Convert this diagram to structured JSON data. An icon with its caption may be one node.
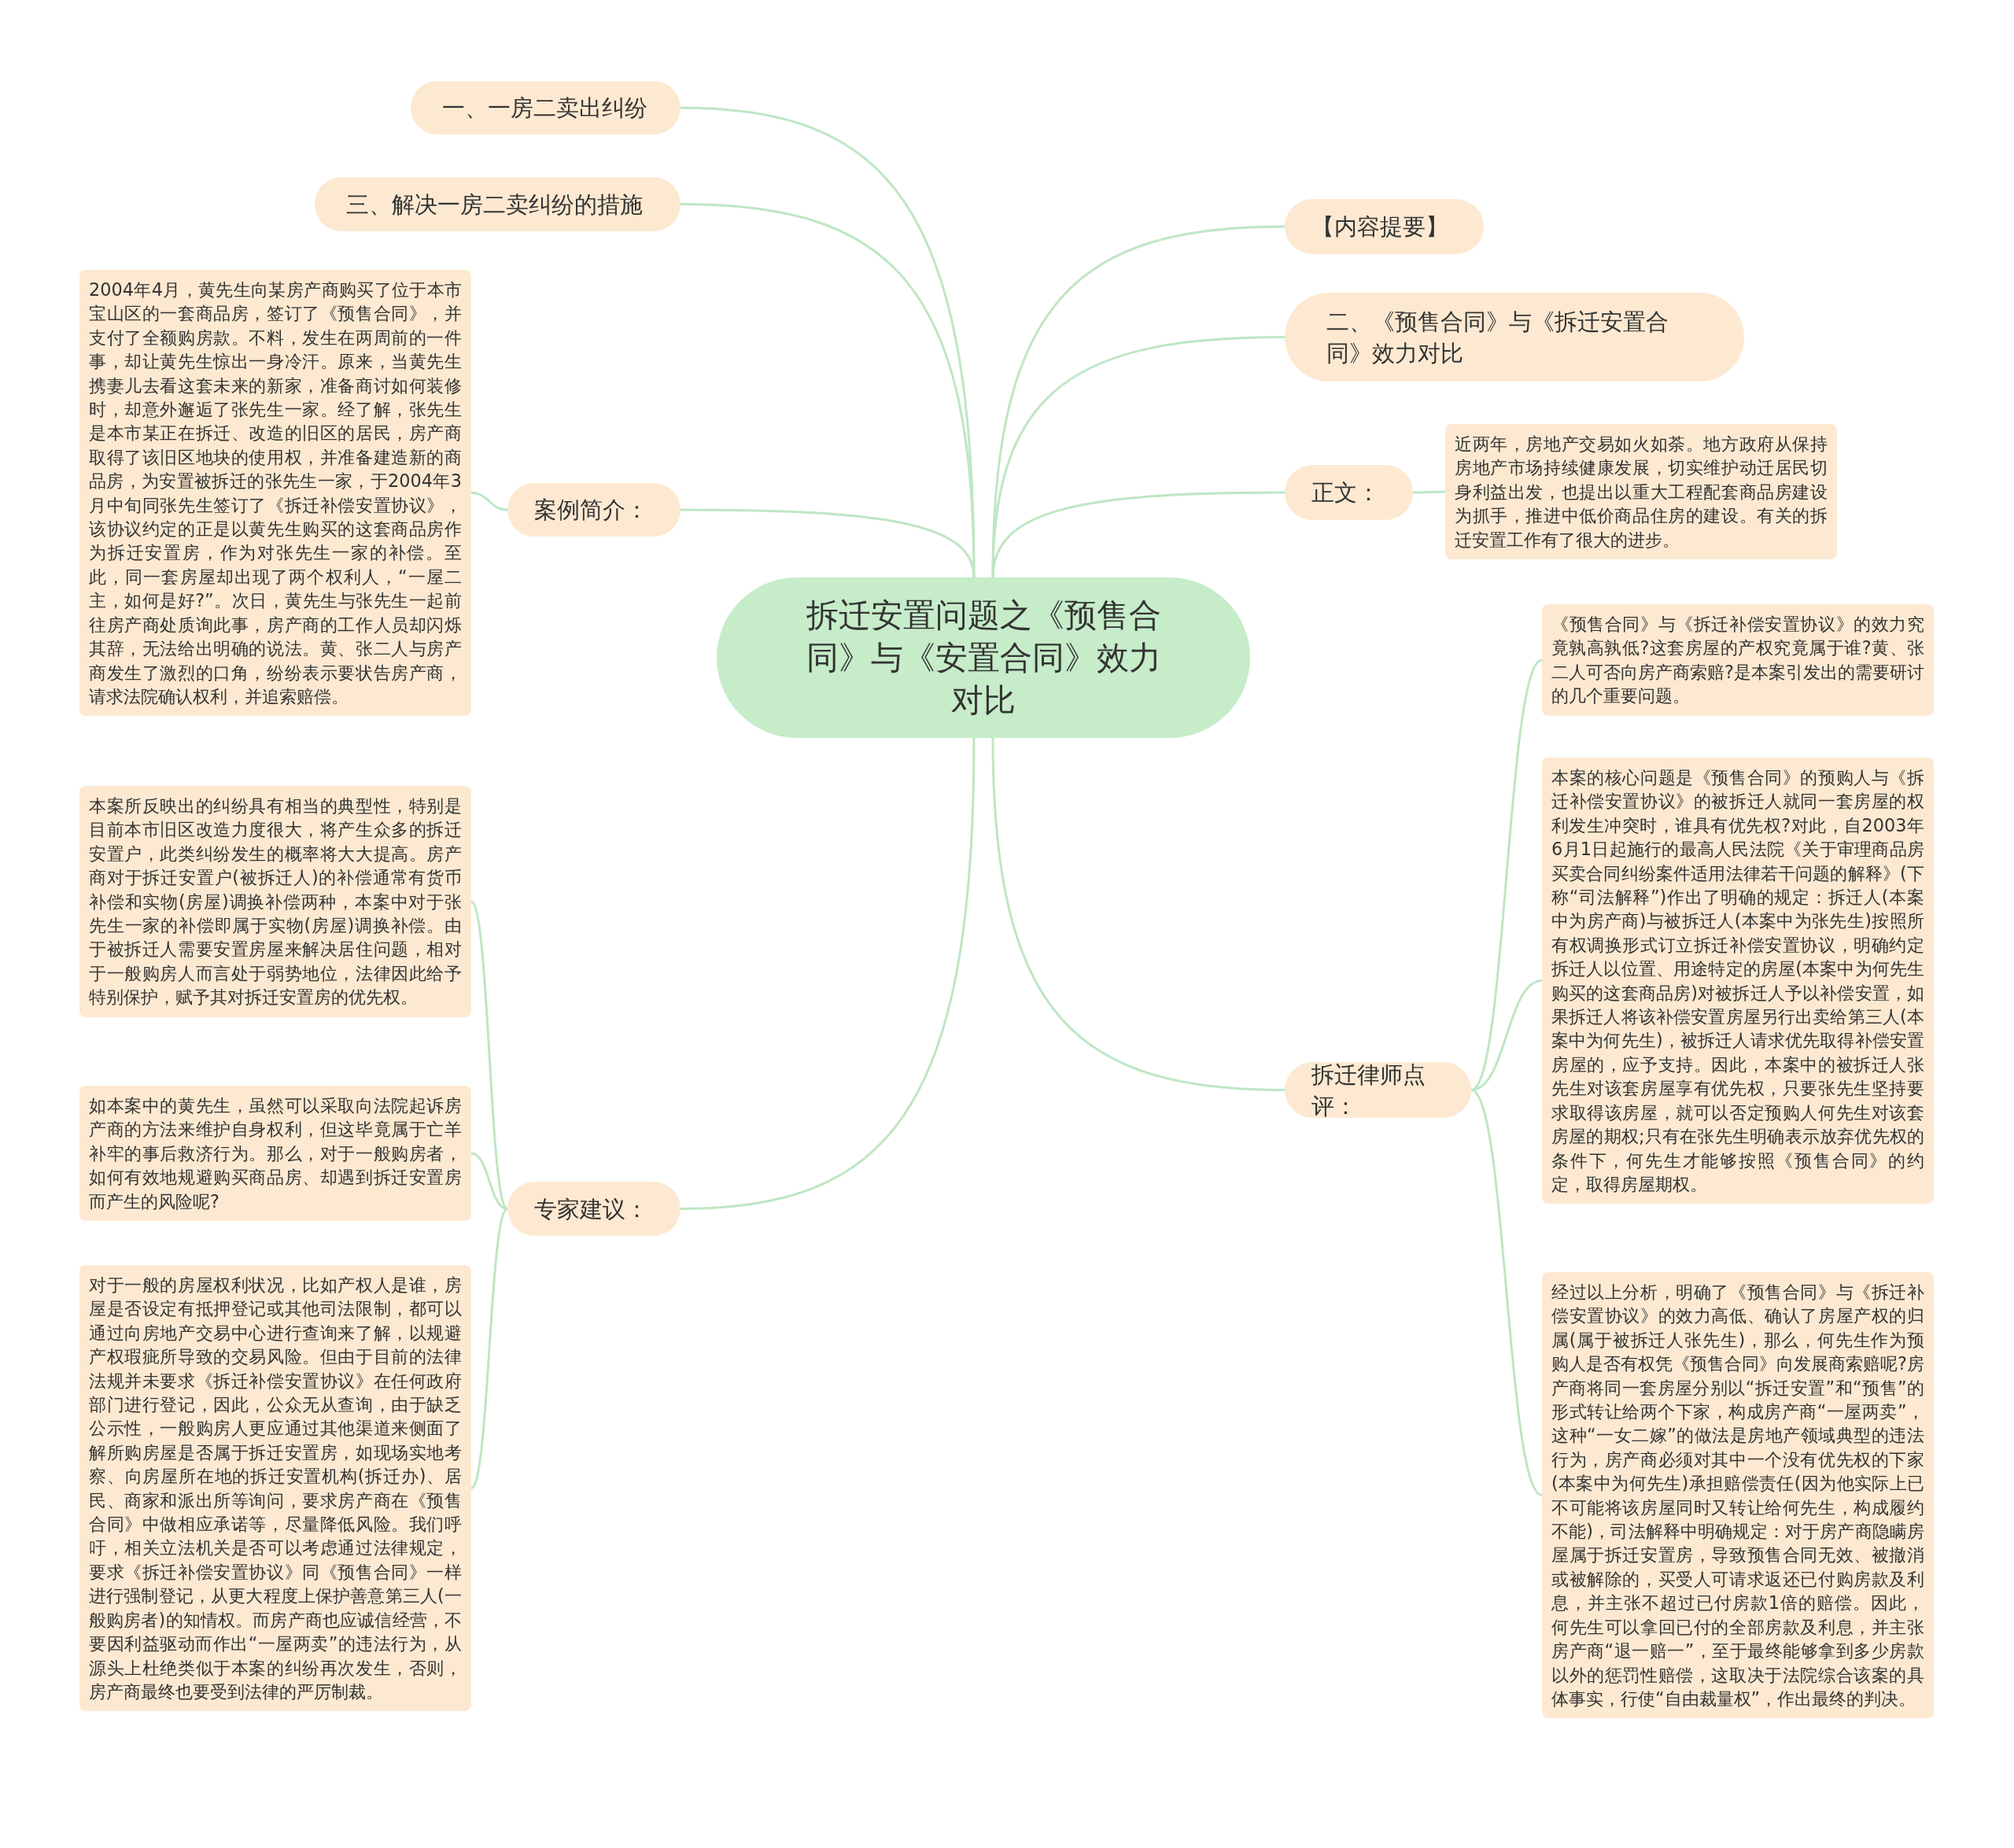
{
  "diagram": {
    "nodes": [
      {
        "text": [
          "拆迁安置问题之《预售合同》与《安置合同》效力对比"
        ]
      },
      {
        "text": [
          "一、一房二卖出纠纷"
        ]
      },
      {
        "text": [
          "三、解决一房二卖纠纷的措施"
        ]
      },
      {
        "text": [
          "【内容提要】"
        ]
      },
      {
        "text": [
          "二、《预售合同》与《拆迁安置合同》效力对比"
        ]
      },
      {
        "text": [
          "正文："
        ]
      },
      {
        "text": [
          "近两年，房地产交易如火如荼。地方政府从保持房地产市场持续健康发展，切实维护动迁居民切身利益出发，也提出以重大工程配套商品房建设为抓手，推进中低价商品住房的建设。有关的拆迁安置工作有了很大的进步。"
        ]
      },
      {
        "text": [
          "案例简介："
        ]
      },
      {
        "text": [
          "2004年4月，黄先生向某房产商购买了位于本市宝山区的一套商品房，签订了《预售合同》，并支付了全额购房款。不料，发生在两周前的一件事，却让黄先生惊出一身冷汗。原来，当黄先生携妻儿去看这套未来的新家，准备商讨如何装修时，却意外邂逅了张先生一家。经了解，张先生是本市某正在拆迁、改造的旧区的居民，房产商取得了该旧区地块的使用权，并准备建造新的商品房，为安置被拆迁的张先生一家，于2004年3月中旬同张先生签订了《拆迁补偿安置协议》，该协议约定的正是以黄先生购买的这套商品房作为拆迁安置房，作为对张先生一家的补偿。至此，同一套房屋却出现了两个权利人，“一屋二主，如何是好?”。次日，黄先生与张先生一起前往房产商处质询此事，房产商的工作人员却闪烁其辞，无法给出明确的说法。黄、张二人与房产商发生了激烈的口角，纷纷表示要状告房产商，请求法院确认权利，并追索赔偿。"
        ]
      },
      {
        "text": [
          "专家建议："
        ]
      },
      {
        "text": [
          "本案所反映出的纠纷具有相当的典型性，特别是目前本市旧区改造力度很大，将产生众多的拆迁安置户，此类纠纷发生的概率将大大提高。房产商对于拆迁安置户(被拆迁人)的补偿通常有货币补偿和实物(房屋)调换补偿两种，本案中对于张先生一家的补偿即属于实物(房屋)调换补偿。由于被拆迁人需要安置房屋来解决居住问题，相对于一般购房人而言处于弱势地位，法律因此给予特别保护，赋予其对拆迁安置房的优先权。"
        ]
      },
      {
        "text": [
          "如本案中的黄先生，虽然可以采取向法院起诉房产商的方法来维护自身权利，但这毕竟属于亡羊补牢的事后救济行为。那么，对于一般购房者，如何有效地规避购买商品房、却遇到拆迁安置房而产生的风险呢?"
        ]
      },
      {
        "text": [
          "对于一般的房屋权利状况，比如产权人是谁，房屋是否设定有抵押登记或其他司法限制，都可以通过向房地产交易中心进行查询来了解，以规避产权瑕疵所导致的交易风险。但由于目前的法律法规并未要求《拆迁补偿安置协议》在任何政府部门进行登记，因此，公众无从查询，由于缺乏公示性，一般购房人更应通过其他渠道来侧面了解所购房屋是否属于拆迁安置房，如现场实地考察、向房屋所在地的拆迁安置机构(拆迁办)、居民、商家和派出所等询问，要求房产商在《预售合同》中做相应承诺等，尽量降低风险。我们呼吁，相关立法机关是否可以考虑通过法律规定，要求《拆迁补偿安置协议》同《预售合同》一样进行强制登记，从更大程度上保护善意第三人(一般购房者)的知情权。而房产商也应诚信经营，不要因利益驱动而作出“一屋两卖”的违法行为，从源头上杜绝类似于本案的纠纷再次发生，否则，房产商最终也要受到法律的严厉制裁。"
        ]
      },
      {
        "text": [
          "拆迁律师点评："
        ]
      },
      {
        "text": [
          "《预售合同》与《拆迁补偿安置协议》的效力究竟孰高孰低?这套房屋的产权究竟属于谁?黄、张二人可否向房产商索赔?是本案引发出的需要研讨的几个重要问题。"
        ]
      },
      {
        "text": [
          "本案的核心问题是《预售合同》的预购人与《拆迁补偿安置协议》的被拆迁人就同一套房屋的权利发生冲突时，谁具有优先权?对此，自2003年6月1日起施行的最高人民法院《关于审理商品房买卖合同纠纷案件适用法律若干问题的解释》(下称“司法解释”)作出了明确的规定：拆迁人(本案中为房产商)与被拆迁人(本案中为张先生)按照所有权调换形式订立拆迁补偿安置协议，明确约定拆迁人以位置、用途特定的房屋(本案中为何先生购买的这套商品房)对被拆迁人予以补偿安置，如果拆迁人将该补偿安置房屋另行出卖给第三人(本案中为何先生)，被拆迁人请求优先取得补偿安置房屋的，应予支持。因此，本案中的被拆迁人张先生对该套房屋享有优先权，只要张先生坚持要求取得该房屋，就可以否定预购人何先生对该套房屋的期权;只有在张先生明确表示放弃优先权的条件下，何先生才能够按照《预售合同》的约定，取得房屋期权。"
        ]
      },
      {
        "text": [
          "经过以上分析，明确了《预售合同》与《拆迁补偿安置协议》的效力高低、确认了房屋产权的归属(属于被拆迁人张先生)，那么，何先生作为预购人是否有权凭《预售合同》向发展商索赔呢?房产商将同一套房屋分别以“拆迁安置”和“预售”的形式转让给两个下家，构成房产商“一屋两卖”，这种“一女二嫁”的做法是房地产领域典型的违法行为，房产商必须对其中一个没有优先权的下家(本案中为何先生)承担赔偿责任(因为他实际上已不可能将该房屋同时又转让给何先生，构成履约不能)，司法解释中明确规定：对于房产商隐瞒房屋属于拆迁安置房，导致预售合同无效、被撤消或被解除的，买受人可请求返还已付购房款及利息，并主张不超过已付房款1倍的赔偿。因此，何先生可以拿回已付的全部房款及利息，并主张房产商“退一赔一”，至于最终能够拿到多少房款以外的惩罚性赔偿，这取决于法院综合该案的具体事实，行使“自由裁量权”，作出最终的判决。"
        ]
      }
    ],
    "edges": [
      {
        "from": 0,
        "to": 1,
        "arrow": "none"
      },
      {
        "from": 0,
        "to": 2,
        "arrow": "none"
      },
      {
        "from": 0,
        "to": 3,
        "arrow": "none"
      },
      {
        "from": 0,
        "to": 4,
        "arrow": "none"
      },
      {
        "from": 0,
        "to": 5,
        "arrow": "none"
      },
      {
        "from": 5,
        "to": 6,
        "arrow": "none"
      },
      {
        "from": 0,
        "to": 7,
        "arrow": "none"
      },
      {
        "from": 7,
        "to": 8,
        "arrow": "none"
      },
      {
        "from": 0,
        "to": 9,
        "arrow": "none"
      },
      {
        "from": 9,
        "to": 10,
        "arrow": "none"
      },
      {
        "from": 9,
        "to": 11,
        "arrow": "none"
      },
      {
        "from": 9,
        "to": 12,
        "arrow": "none"
      },
      {
        "from": 0,
        "to": 13,
        "arrow": "none"
      },
      {
        "from": 13,
        "to": 14,
        "arrow": "none"
      },
      {
        "from": 13,
        "to": 15,
        "arrow": "none"
      },
      {
        "from": 13,
        "to": 16,
        "arrow": "none"
      }
    ]
  }
}
